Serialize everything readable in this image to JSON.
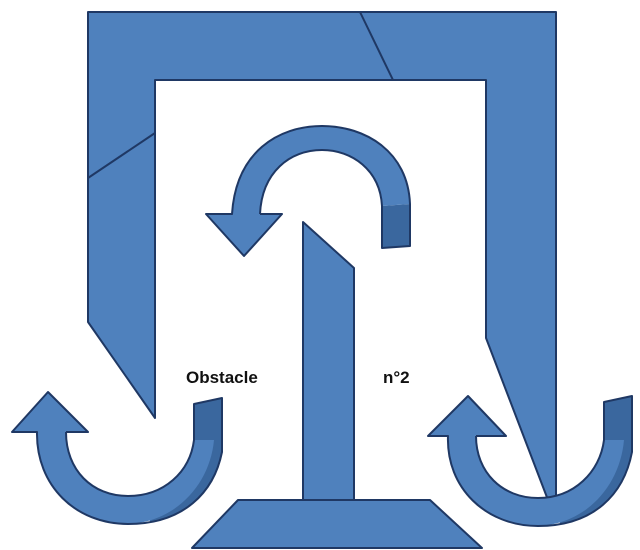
{
  "labels": {
    "obstacle": "Obstacle",
    "number": "n°2"
  },
  "colors": {
    "shape_fill": "#4f81bd",
    "shape_shade": "#3a679e",
    "outline": "#1f3864",
    "background": "#ffffff",
    "text": "#111111"
  },
  "icons": [
    "inverted-u-frame",
    "central-post",
    "base-plate",
    "top-curved-arrow",
    "left-curved-arrow",
    "right-curved-arrow"
  ]
}
